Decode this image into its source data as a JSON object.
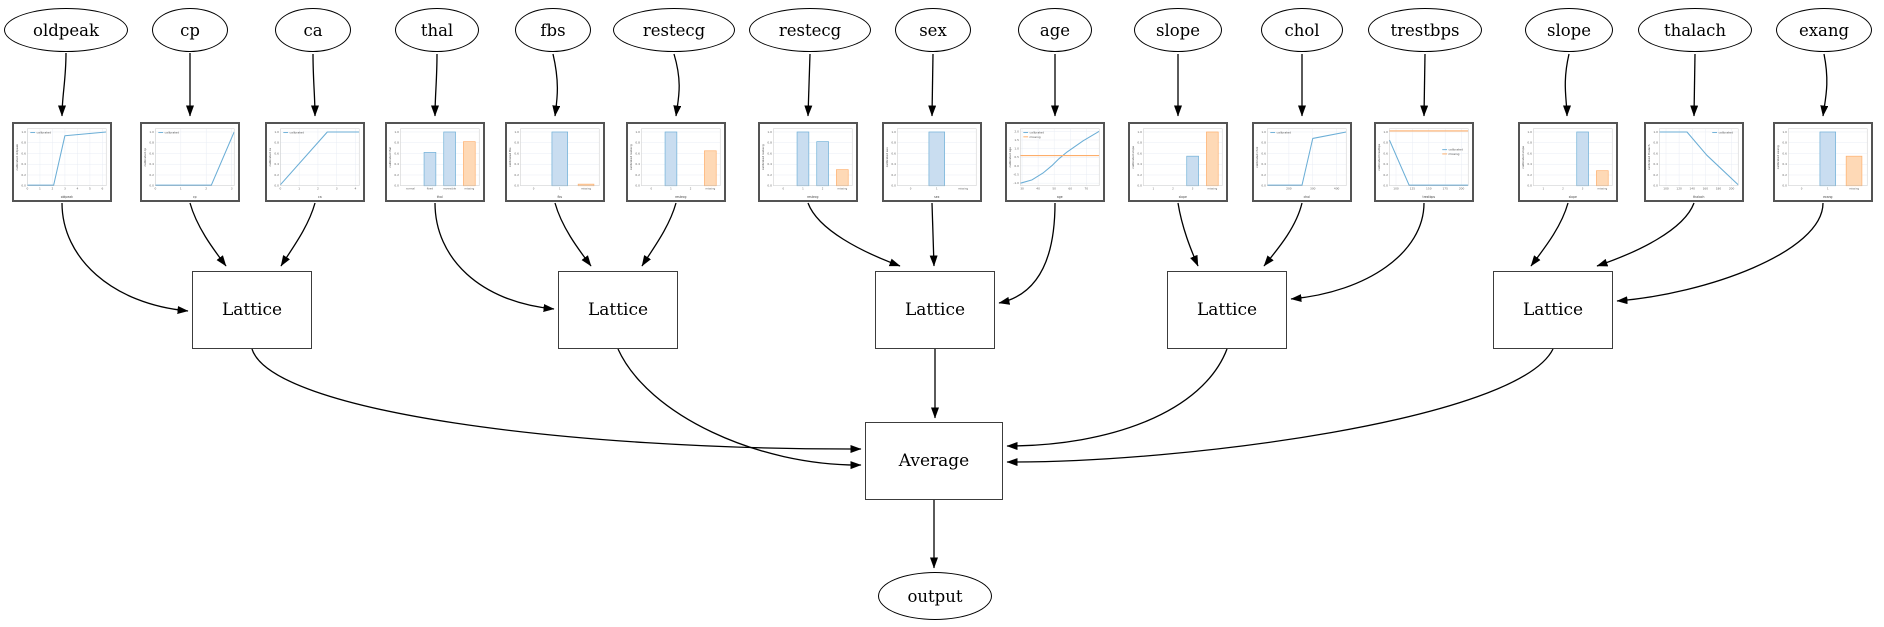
{
  "diagram": {
    "features": [
      {
        "name": "oldpeak"
      },
      {
        "name": "cp"
      },
      {
        "name": "ca"
      },
      {
        "name": "thal"
      },
      {
        "name": "fbs"
      },
      {
        "name": "restecg"
      },
      {
        "name": "restecg"
      },
      {
        "name": "sex"
      },
      {
        "name": "age"
      },
      {
        "name": "slope"
      },
      {
        "name": "chol"
      },
      {
        "name": "trestbps"
      },
      {
        "name": "slope"
      },
      {
        "name": "thalach"
      },
      {
        "name": "exang"
      }
    ],
    "lattices": [
      {
        "label": "Lattice"
      },
      {
        "label": "Lattice"
      },
      {
        "label": "Lattice"
      },
      {
        "label": "Lattice"
      },
      {
        "label": "Lattice"
      }
    ],
    "average_label": "Average",
    "output_label": "output",
    "edges": [
      "oldpeak->calibration",
      "cp->calibration",
      "ca->calibration",
      "thal->calibration",
      "fbs->calibration",
      "restecg->calibration",
      "restecg2->calibration",
      "sex->calibration",
      "age->calibration",
      "slope->calibration",
      "chol->calibration",
      "trestbps->calibration",
      "slope2->calibration",
      "thalach->calibration",
      "exang->calibration",
      "cal-oldpeak->Lattice1",
      "cal-cp->Lattice1",
      "cal-ca->Lattice1",
      "cal-thal->Lattice2",
      "cal-fbs->Lattice2",
      "cal-restecg->Lattice2",
      "cal-restecg2->Lattice3",
      "cal-sex->Lattice3",
      "cal-age->Lattice3",
      "cal-slope->Lattice4",
      "cal-chol->Lattice4",
      "cal-trestbps->Lattice4",
      "cal-slope2->Lattice5",
      "cal-thalach->Lattice5",
      "cal-exang->Lattice5",
      "Lattice1->Average",
      "Lattice2->Average",
      "Lattice3->Average",
      "Lattice4->Average",
      "Lattice5->Average",
      "Average->output"
    ]
  },
  "colors": {
    "calibrated_blue": "#6baed6",
    "blue_fill": "#c9ddf0",
    "missing_orange": "#fdae6b",
    "orange_fill": "#fed9b6",
    "grid": "#e8ecf3",
    "node_border": "#000000",
    "box_border": "#3c3c3c"
  },
  "chart_data": [
    {
      "feature": "oldpeak",
      "type": "line",
      "xlabel": "oldpeak",
      "ylabel": "calibrated oldpeak",
      "xlim": [
        0,
        6.3
      ],
      "ylim": [
        0,
        1.06
      ],
      "xticks": [
        "0",
        "1",
        "2",
        "3",
        "4",
        "5",
        "6"
      ],
      "yticks": [
        "1.0",
        "0.8",
        "0.6",
        "0.4",
        "0.2",
        "0.0"
      ],
      "legend": [
        {
          "label": "calibrated",
          "color": "blue"
        }
      ],
      "legend_pos": "tl",
      "series": [
        {
          "name": "calibrated",
          "color": "blue",
          "points": [
            [
              0,
              0.01
            ],
            [
              2.1,
              0.01
            ],
            [
              3,
              0.93
            ],
            [
              6.3,
              1.0
            ]
          ]
        }
      ]
    },
    {
      "feature": "cp",
      "type": "line",
      "xlabel": "cp",
      "ylabel": "calibrated cp",
      "xlim": [
        0,
        3.1
      ],
      "ylim": [
        0,
        1.06
      ],
      "xticks": [
        "0",
        "1",
        "2",
        "3"
      ],
      "yticks": [
        "1.0",
        "0.8",
        "0.6",
        "0.4",
        "0.2",
        "0.0"
      ],
      "legend": [
        {
          "label": "calibrated",
          "color": "blue"
        }
      ],
      "legend_pos": "tl",
      "series": [
        {
          "name": "calibrated",
          "color": "blue",
          "points": [
            [
              0,
              0.01
            ],
            [
              2.2,
              0.01
            ],
            [
              3.1,
              1.0
            ]
          ]
        }
      ]
    },
    {
      "feature": "ca",
      "type": "line",
      "xlabel": "ca",
      "ylabel": "calibrated ca",
      "xlim": [
        0,
        4.2
      ],
      "ylim": [
        0,
        1.06
      ],
      "xticks": [
        "0",
        "1",
        "2",
        "3",
        "4"
      ],
      "yticks": [
        "1.0",
        "0.8",
        "0.6",
        "0.4",
        "0.2",
        "0.0"
      ],
      "legend": [
        {
          "label": "calibrated",
          "color": "blue"
        }
      ],
      "legend_pos": "tl",
      "series": [
        {
          "name": "calibrated",
          "color": "blue",
          "points": [
            [
              0,
              0.02
            ],
            [
              2.5,
              1.0
            ],
            [
              4.2,
              1.0
            ]
          ]
        }
      ]
    },
    {
      "feature": "thal",
      "type": "bar",
      "xlabel": "thal",
      "ylabel": "calibrated thal",
      "ylim": [
        0,
        1.06
      ],
      "categories": [
        "normal",
        "fixed",
        "reversible",
        "missing"
      ],
      "values": [
        null,
        0.62,
        1.0,
        0.82
      ],
      "bar_colors": [
        null,
        "blue",
        "blue",
        "orange"
      ],
      "yticks": [
        "1.0",
        "0.8",
        "0.6",
        "0.4",
        "0.2",
        "0.0"
      ]
    },
    {
      "feature": "fbs",
      "type": "bar",
      "xlabel": "fbs",
      "ylabel": "calibrated fbs",
      "ylim": [
        0,
        1.06
      ],
      "categories": [
        "0",
        "1",
        "missing"
      ],
      "values": [
        null,
        1.0,
        0.03
      ],
      "bar_colors": [
        null,
        "blue",
        "orange"
      ],
      "yticks": [
        "1.0",
        "0.8",
        "0.6",
        "0.4",
        "0.2",
        "0.0"
      ]
    },
    {
      "feature": "restecg",
      "type": "bar",
      "xlabel": "restecg",
      "ylabel": "calibrated restecg",
      "ylim": [
        0,
        1.06
      ],
      "categories": [
        "0",
        "1",
        "2",
        "missing"
      ],
      "values": [
        null,
        1.0,
        null,
        0.65
      ],
      "bar_colors": [
        null,
        "blue",
        null,
        "orange"
      ],
      "yticks": [
        "1.0",
        "0.8",
        "0.6",
        "0.4",
        "0.2",
        "0.0"
      ]
    },
    {
      "feature": "restecg",
      "type": "bar",
      "xlabel": "restecg",
      "ylabel": "calibrated restecg",
      "ylim": [
        0,
        1.06
      ],
      "categories": [
        "0",
        "1",
        "2",
        "missing"
      ],
      "values": [
        null,
        1.0,
        0.82,
        0.3
      ],
      "bar_colors": [
        null,
        "blue",
        "blue",
        "orange"
      ],
      "yticks": [
        "1.0",
        "0.8",
        "0.6",
        "0.4",
        "0.2",
        "0.0"
      ]
    },
    {
      "feature": "sex",
      "type": "bar",
      "xlabel": "sex",
      "ylabel": "calibrated sex",
      "ylim": [
        0,
        1.06
      ],
      "categories": [
        "0",
        "1",
        "missing"
      ],
      "values": [
        null,
        1.0,
        null
      ],
      "bar_colors": [
        null,
        "blue",
        null
      ],
      "yticks": [
        "1.0",
        "0.8",
        "0.6",
        "0.4",
        "0.2",
        "0.0"
      ]
    },
    {
      "feature": "age",
      "type": "line",
      "xlabel": "age",
      "ylabel": "calibrated age",
      "xlim": [
        29,
        78
      ],
      "ylim": [
        -1.15,
        2.15
      ],
      "xticks": [
        "30",
        "40",
        "50",
        "60",
        "70"
      ],
      "yticks": [
        "2.0",
        "1.5",
        "1.0",
        "0.5",
        "0.0",
        "-0.5",
        "-1.0"
      ],
      "legend": [
        {
          "label": "calibrated",
          "color": "blue"
        },
        {
          "label": "missing",
          "color": "orange"
        }
      ],
      "legend_pos": "tl",
      "series": [
        {
          "name": "calibrated",
          "color": "blue",
          "points": [
            [
              29,
              -1.0
            ],
            [
              36,
              -0.82
            ],
            [
              43,
              -0.42
            ],
            [
              49,
              0.05
            ],
            [
              53,
              0.42
            ],
            [
              58,
              0.8
            ],
            [
              68,
              1.45
            ],
            [
              78,
              2.0
            ]
          ]
        },
        {
          "name": "missing",
          "color": "orange",
          "points": [
            [
              29,
              0.6
            ],
            [
              78,
              0.6
            ]
          ]
        }
      ]
    },
    {
      "feature": "slope",
      "type": "bar",
      "xlabel": "slope",
      "ylabel": "calibrated slope",
      "ylim": [
        0,
        1.06
      ],
      "categories": [
        "1",
        "2",
        "3",
        "missing"
      ],
      "values": [
        null,
        null,
        0.55,
        1.0
      ],
      "bar_colors": [
        null,
        null,
        "blue",
        "orange"
      ],
      "yticks": [
        "1.0",
        "0.8",
        "0.6",
        "0.4",
        "0.2",
        "0.0"
      ]
    },
    {
      "feature": "chol",
      "type": "line",
      "xlabel": "chol",
      "ylabel": "calibrated chol",
      "xlim": [
        110,
        440
      ],
      "ylim": [
        0,
        1.06
      ],
      "xticks": [
        "200",
        "300",
        "400"
      ],
      "yticks": [
        "1.0",
        "0.8",
        "0.6",
        "0.4",
        "0.2",
        "0.0"
      ],
      "legend": [
        {
          "label": "calibrated",
          "color": "blue"
        }
      ],
      "legend_pos": "tl",
      "series": [
        {
          "name": "calibrated",
          "color": "blue",
          "points": [
            [
              110,
              0.01
            ],
            [
              255,
              0.01
            ],
            [
              300,
              0.88
            ],
            [
              440,
              1.0
            ]
          ]
        }
      ]
    },
    {
      "feature": "trestbps",
      "type": "line",
      "xlabel": "trestbps",
      "ylabel": "calibrated trestbps",
      "xlim": [
        90,
        210
      ],
      "ylim": [
        0,
        1.06
      ],
      "xticks": [
        "100",
        "125",
        "150",
        "175",
        "200"
      ],
      "yticks": [
        "1.0",
        "0.8",
        "0.6",
        "0.4",
        "0.2",
        "0.0"
      ],
      "legend": [
        {
          "label": "calibrated",
          "color": "blue"
        },
        {
          "label": "missing",
          "color": "orange"
        }
      ],
      "legend_pos": "mr",
      "series": [
        {
          "name": "calibrated",
          "color": "blue",
          "points": [
            [
              90,
              0.85
            ],
            [
              120,
              0.01
            ],
            [
              210,
              0.01
            ]
          ]
        },
        {
          "name": "missing",
          "color": "orange",
          "points": [
            [
              90,
              1.02
            ],
            [
              210,
              1.02
            ]
          ]
        }
      ]
    },
    {
      "feature": "slope",
      "type": "bar",
      "xlabel": "slope",
      "ylabel": "calibrated slope",
      "ylim": [
        0,
        1.06
      ],
      "categories": [
        "1",
        "2",
        "3",
        "missing"
      ],
      "values": [
        null,
        null,
        1.0,
        0.28
      ],
      "bar_colors": [
        null,
        null,
        "blue",
        "orange"
      ],
      "yticks": [
        "1.0",
        "0.8",
        "0.6",
        "0.4",
        "0.2",
        "0.0"
      ]
    },
    {
      "feature": "thalach",
      "type": "line",
      "xlabel": "thalach",
      "ylabel": "calibrated thalach",
      "xlim": [
        90,
        210
      ],
      "ylim": [
        0,
        1.06
      ],
      "xticks": [
        "100",
        "120",
        "140",
        "160",
        "180",
        "200"
      ],
      "yticks": [
        "1.0",
        "0.8",
        "0.6",
        "0.4",
        "0.2",
        "0.0"
      ],
      "legend": [
        {
          "label": "calibrated",
          "color": "blue"
        }
      ],
      "legend_pos": "tr",
      "series": [
        {
          "name": "calibrated",
          "color": "blue",
          "points": [
            [
              90,
              1.0
            ],
            [
              132,
              1.0
            ],
            [
              162,
              0.57
            ],
            [
              210,
              0.02
            ]
          ]
        }
      ]
    },
    {
      "feature": "exang",
      "type": "bar",
      "xlabel": "exang",
      "ylabel": "calibrated exang",
      "ylim": [
        0,
        1.06
      ],
      "categories": [
        "0",
        "1",
        "missing"
      ],
      "values": [
        null,
        1.0,
        0.55
      ],
      "bar_colors": [
        null,
        "blue",
        "orange"
      ],
      "yticks": [
        "1.0",
        "0.8",
        "0.6",
        "0.4",
        "0.2",
        "0.0"
      ]
    }
  ]
}
